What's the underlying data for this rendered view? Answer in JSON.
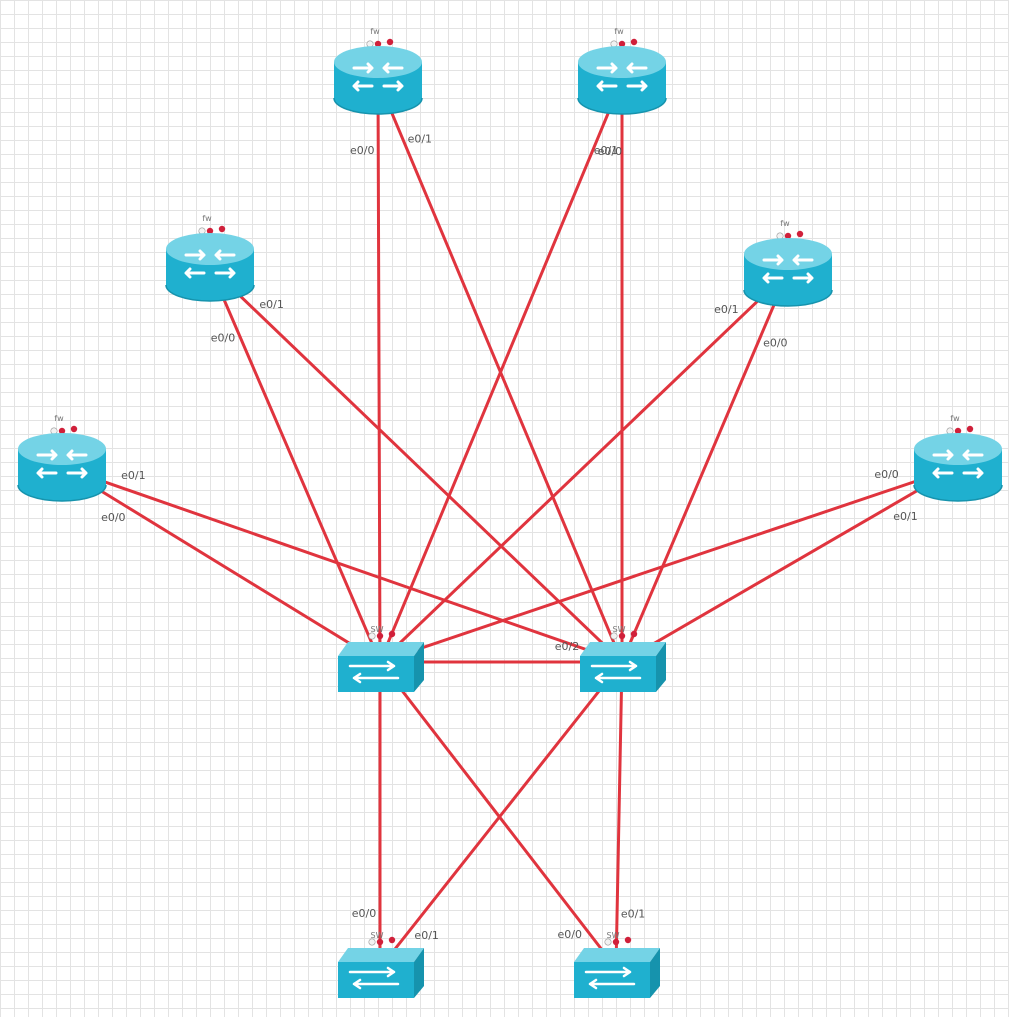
{
  "colors": {
    "link": "#e0343e",
    "device_top": "#74d3e6",
    "device_body": "#1fb0cf",
    "device_dark": "#1693ad",
    "device_glyph": "#ffffff",
    "led_red": "#d0203a",
    "led_white": "#f2f2f2"
  },
  "devices": [
    {
      "id": "r1",
      "kind": "router",
      "icon": "router-icon",
      "name": "fw"
    },
    {
      "id": "r2",
      "kind": "router",
      "icon": "router-icon",
      "name": "fw"
    },
    {
      "id": "r3",
      "kind": "router",
      "icon": "router-icon",
      "name": "fw"
    },
    {
      "id": "r4",
      "kind": "router",
      "icon": "router-icon",
      "name": "fw"
    },
    {
      "id": "r5",
      "kind": "router",
      "icon": "router-icon",
      "name": "fw"
    },
    {
      "id": "r6",
      "kind": "router",
      "icon": "router-icon",
      "name": "fw"
    },
    {
      "id": "s1",
      "kind": "switch",
      "icon": "switch-icon",
      "name": "SW"
    },
    {
      "id": "s2",
      "kind": "switch",
      "icon": "switch-icon",
      "name": "SW"
    },
    {
      "id": "s3",
      "kind": "switch",
      "icon": "switch-icon",
      "name": "SW"
    },
    {
      "id": "s4",
      "kind": "switch",
      "icon": "switch-icon",
      "name": "SW"
    }
  ],
  "links": [
    {
      "from": "r1",
      "to": "s1",
      "from_port": "e0/0"
    },
    {
      "from": "r1",
      "to": "s2",
      "from_port": "e0/1"
    },
    {
      "from": "r2",
      "to": "s2",
      "from_port": "e0/1"
    },
    {
      "from": "r2",
      "to": "s1",
      "from_port": "e0/0"
    },
    {
      "from": "r3",
      "to": "s1",
      "from_port": "e0/0"
    },
    {
      "from": "r3",
      "to": "s2",
      "from_port": "e0/1"
    },
    {
      "from": "r4",
      "to": "s1",
      "from_port": "e0/1"
    },
    {
      "from": "r4",
      "to": "s2",
      "from_port": "e0/0"
    },
    {
      "from": "r5",
      "to": "s1",
      "from_port": "e0/0"
    },
    {
      "from": "r5",
      "to": "s2",
      "from_port": "e0/1"
    },
    {
      "from": "r6",
      "to": "s1",
      "from_port": "e0/0"
    },
    {
      "from": "r6",
      "to": "s2",
      "from_port": "e0/1"
    },
    {
      "from": "s2",
      "to": "s1",
      "from_port": "e0/2"
    },
    {
      "from": "s3",
      "to": "s1",
      "from_port": "e0/0"
    },
    {
      "from": "s3",
      "to": "s2",
      "from_port": "e0/1"
    },
    {
      "from": "s4",
      "to": "s1",
      "from_port": "e0/0"
    },
    {
      "from": "s4",
      "to": "s2",
      "from_port": "e0/1"
    }
  ]
}
